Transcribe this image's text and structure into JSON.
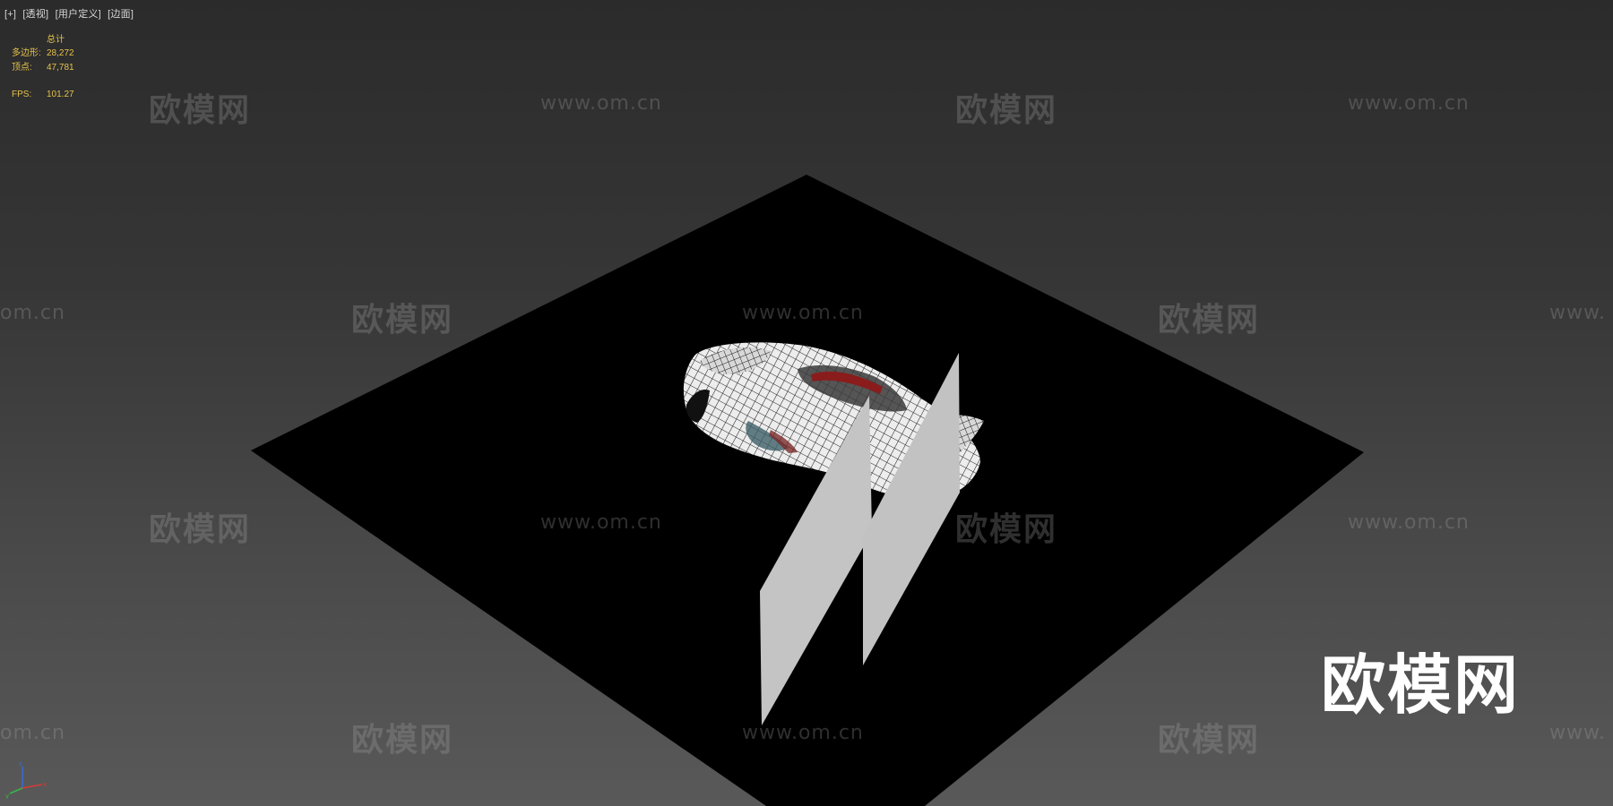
{
  "viewport": {
    "labels": [
      "[+]",
      "[透视]",
      "[用户定义]",
      "[边面]"
    ]
  },
  "stats": {
    "header": "总计",
    "polys_label": "多边形:",
    "polys_value": "28,272",
    "verts_label": "顶点:",
    "verts_value": "47,781",
    "fps_label": "FPS:",
    "fps_value": "101.27"
  },
  "watermark": {
    "cn": "欧模网",
    "url": "www.om.cn",
    "url_partial_left": "om.cn",
    "url_partial_right": "www.",
    "large": "欧模网"
  },
  "gizmo": {
    "icon": "axis-tripod-icon"
  },
  "colors": {
    "ground_plane": "#000000",
    "panels": "#c4c4c4",
    "stats_text": "#e6c24a",
    "label_text": "#d6d6d6"
  }
}
